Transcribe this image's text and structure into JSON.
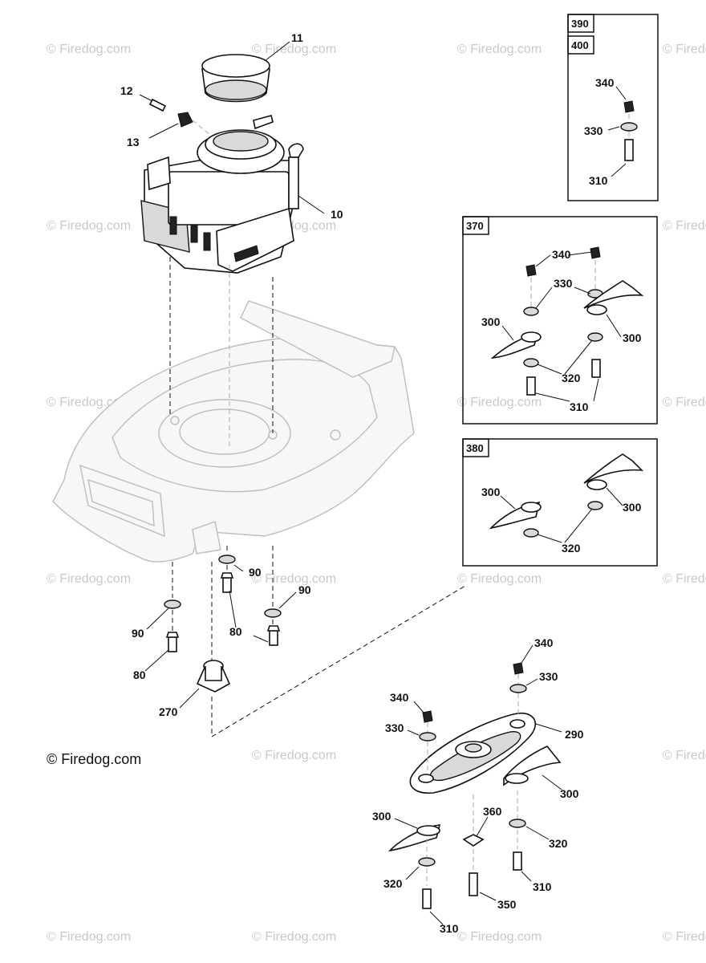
{
  "watermarks": {
    "repeat_text": "© Firedog.com",
    "main_text": "© Firedog.com"
  },
  "boxes": {
    "box_390_400": {
      "labels": [
        "390",
        "400"
      ]
    },
    "box_370": {
      "label": "370"
    },
    "box_380": {
      "label": "380"
    }
  },
  "callouts": {
    "c11": "11",
    "c12": "12",
    "c13": "13",
    "c10": "10",
    "b1_340": "340",
    "b1_330": "330",
    "b1_310": "310",
    "b2_340": "340",
    "b2_330": "330",
    "b2_300a": "300",
    "b2_300b": "300",
    "b2_320": "320",
    "b2_310": "310",
    "b3_300a": "300",
    "b3_300b": "300",
    "b3_320": "320",
    "c90a": "90",
    "c90b": "90",
    "c90c": "90",
    "c80a": "80",
    "c80b": "80",
    "c270": "270",
    "m340a": "340",
    "m330a": "330",
    "m340b": "340",
    "m330b": "330",
    "m290": "290",
    "m300a": "300",
    "m300b": "300",
    "m360": "360",
    "m320a": "320",
    "m320b": "320",
    "m310a": "310",
    "m310b": "310",
    "m350": "350"
  },
  "colors": {
    "line": "#111111",
    "watermark": "#c8c8c8",
    "deck_outline": "#bdbdbd"
  }
}
